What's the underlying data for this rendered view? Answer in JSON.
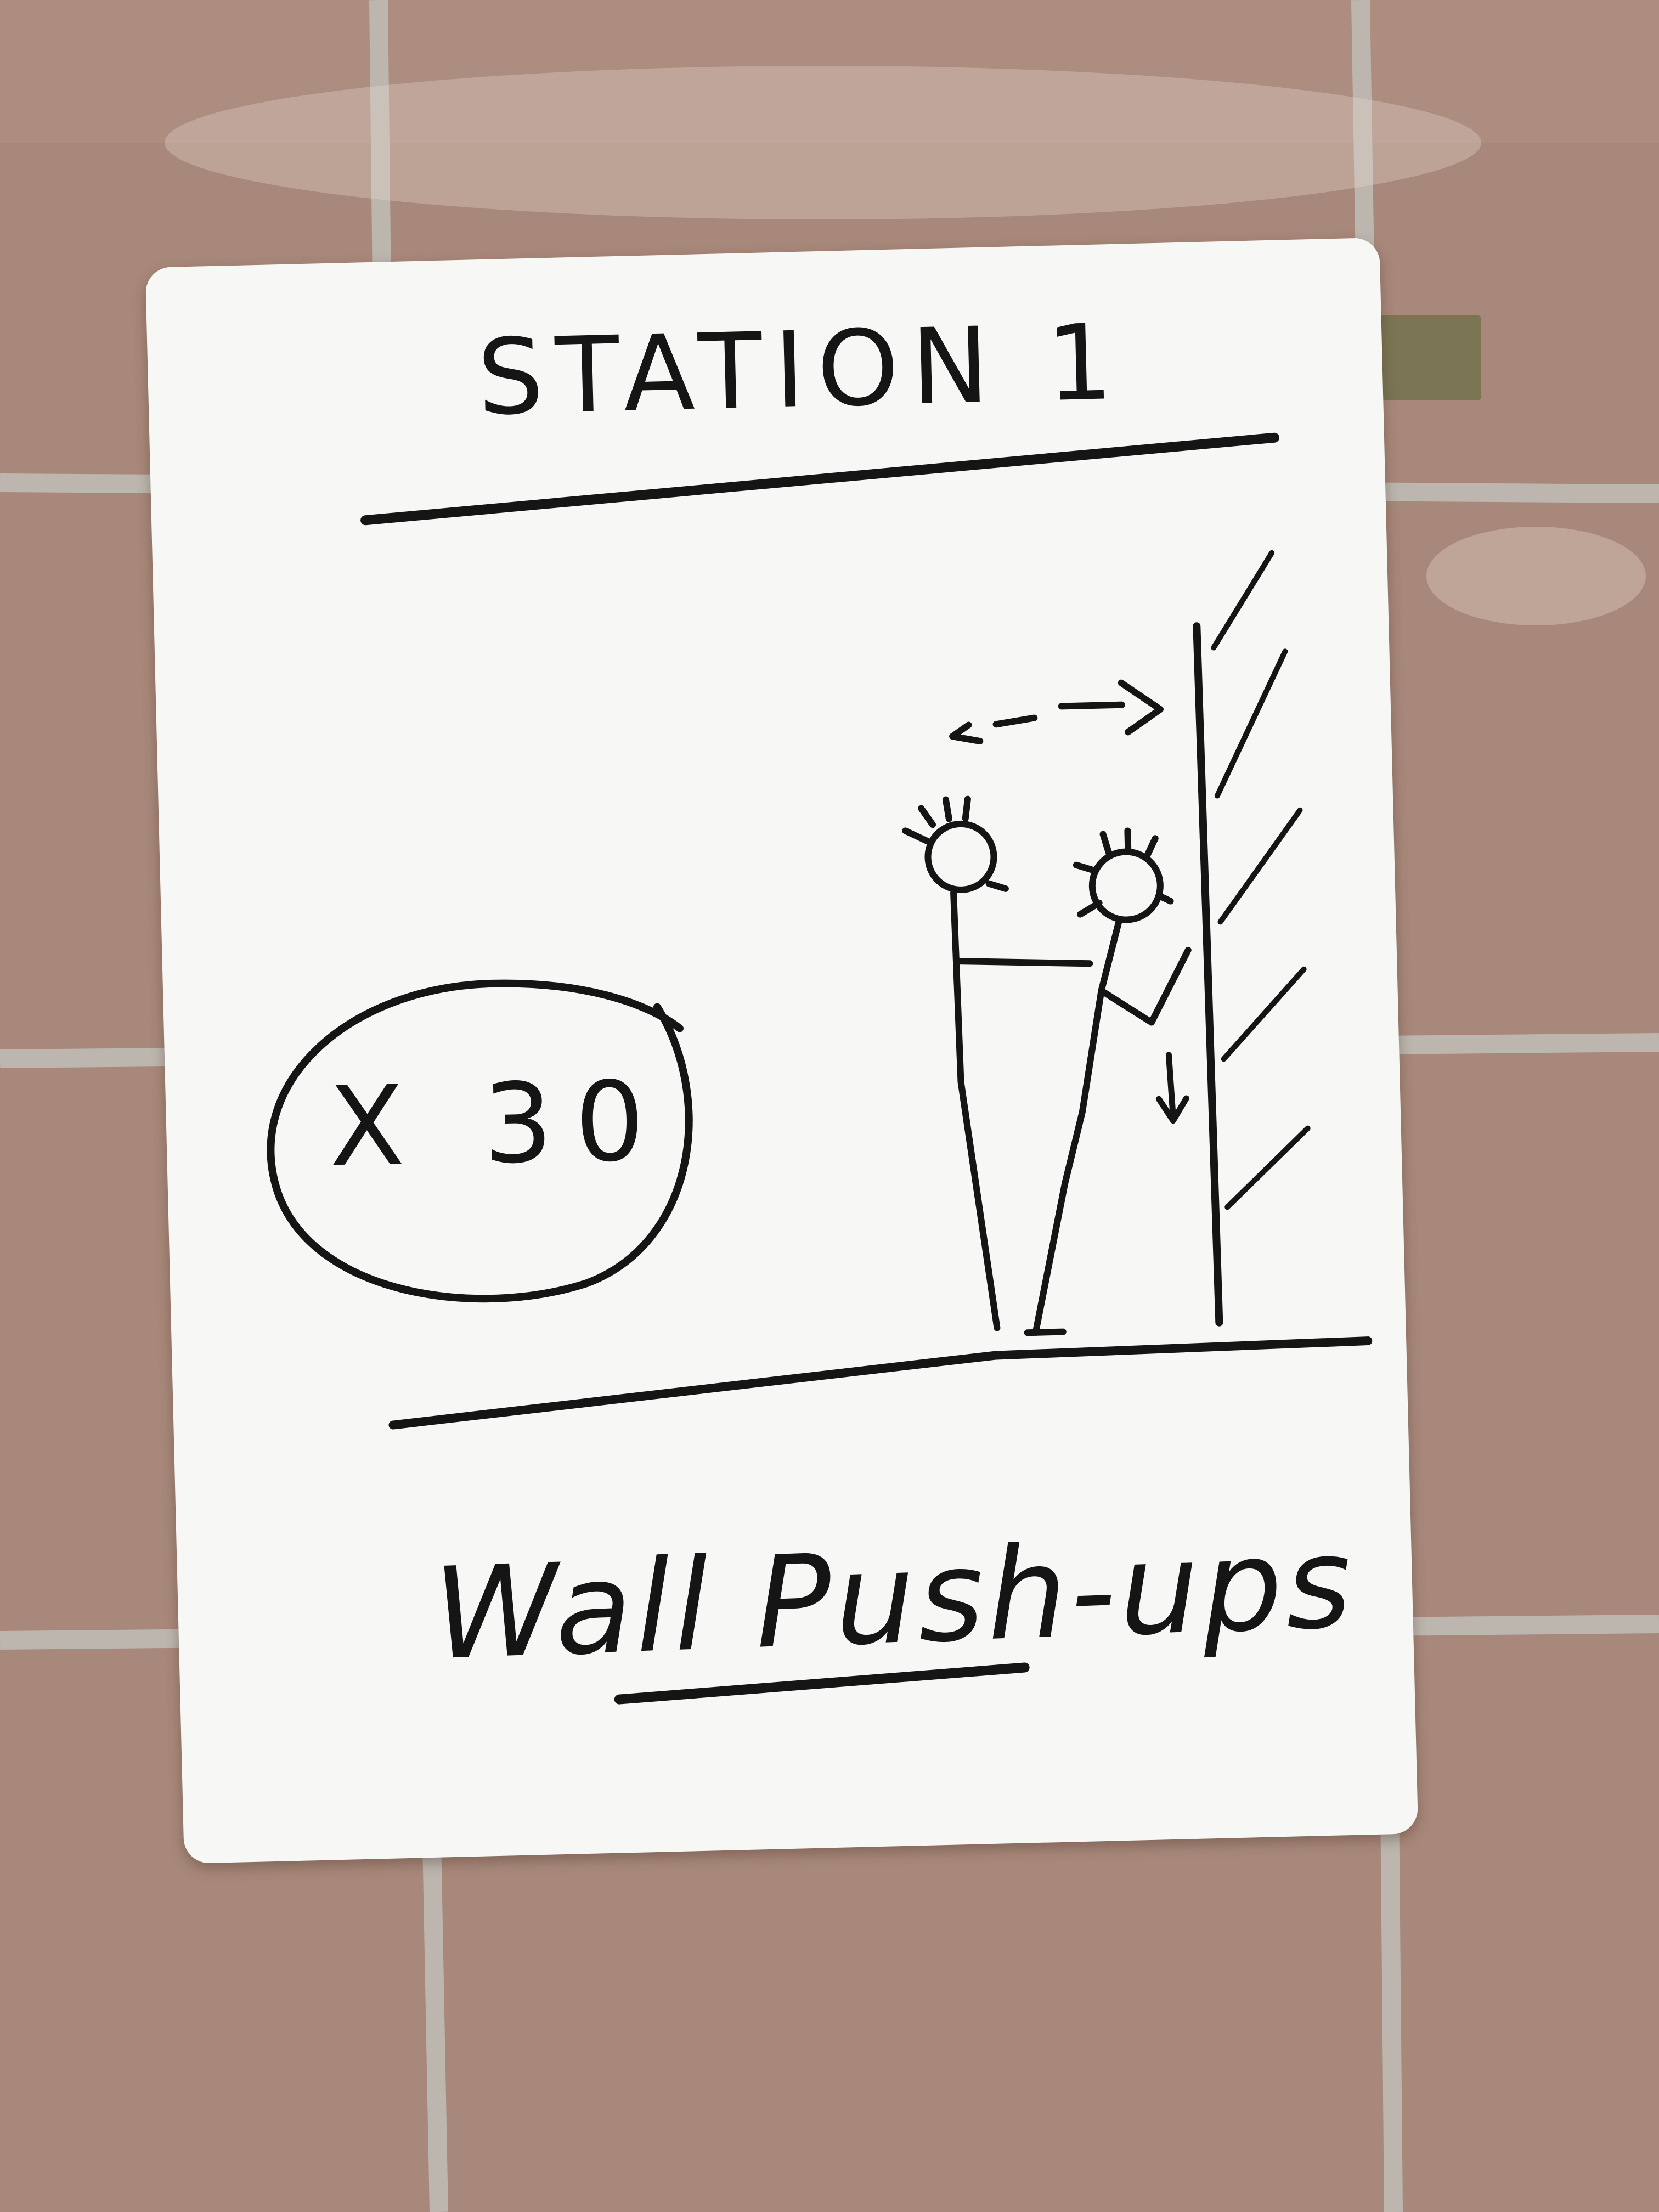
{
  "board": {
    "title": "STATION 1",
    "reps": "X 30",
    "caption": "Wall Push-ups"
  },
  "icons": [
    "stick-figure-icon",
    "double-arrow-icon",
    "down-arrow-icon",
    "wall-icon"
  ],
  "colors": {
    "wall_tile": "#a8887a",
    "grout": "#b9b4ad",
    "board": "#f7f7f5",
    "ink": "#151515",
    "velcro": "#7b7554"
  }
}
